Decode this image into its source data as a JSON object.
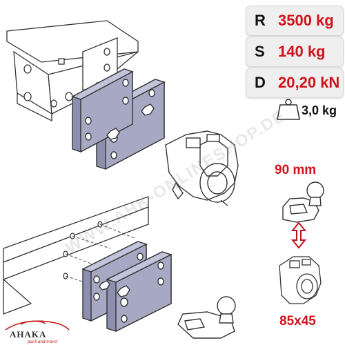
{
  "specs": [
    {
      "letter": "R",
      "value": "3500 kg"
    },
    {
      "letter": "S",
      "value": "140 kg"
    },
    {
      "letter": "D",
      "value": "20,20 kN"
    }
  ],
  "weight": {
    "value": "3,0 kg",
    "icon": "weight-icon"
  },
  "ball_size": "90 mm",
  "plate_size": "85x45",
  "watermark": "WWW.AHK-ONLINESHOP.DE",
  "brand": {
    "name": "AHAKA",
    "tagline": "pack and travel"
  },
  "colors": {
    "accent": "#d0121b",
    "plate": "#a7a9c4",
    "line": "#333333",
    "badge_bg": "#efefef"
  }
}
